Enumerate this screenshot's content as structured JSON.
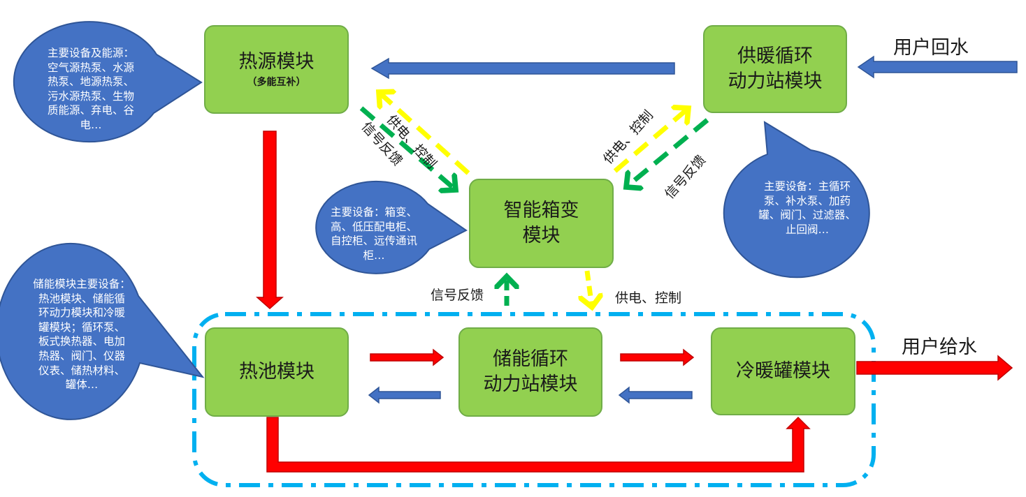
{
  "modules": {
    "heat_source": {
      "title": "热源模块",
      "subtitle": "（多能互补）"
    },
    "pump_station": {
      "line1": "供暖循环",
      "line2": "动力站模块"
    },
    "substation": {
      "line1": "智能箱变",
      "line2": "模块"
    },
    "heat_pool": {
      "title": "热池模块"
    },
    "storage_pump": {
      "line1": "储能循环",
      "line2": "动力站模块"
    },
    "tank": {
      "title": "冷暖罐模块"
    }
  },
  "bubbles": {
    "heat_source": [
      "主要设备及能源：",
      "空气源热泵、水源",
      "热泵、地源热泵、",
      "污水源热泵、生物",
      "质能源、弃电、谷",
      "电…"
    ],
    "substation": [
      "主要设备：箱变、",
      "高、低压配电柜、",
      "自控柜、远传通讯",
      "柜…"
    ],
    "pump_station": [
      "主要设备：主循环",
      "泵、补水泵、加药",
      "罐、阀门、过滤器、",
      "止回阀…"
    ],
    "storage": [
      "储能模块主要设备：",
      "热池模块、储能循",
      "环动力模块和冷暖",
      "罐模块；循环泵、",
      "板式换热器、电加",
      "热器、阀门、仪器",
      "仪表、储热材料、",
      "罐体…"
    ]
  },
  "labels": {
    "user_return": "用户回水",
    "user_supply": "用户给水",
    "power_control_left": "供电、控制",
    "signal_left": "信号反馈",
    "power_control_right": "供电、控制",
    "signal_right": "信号反馈",
    "signal_bottom": "信号反馈",
    "power_bottom": "供电、控制"
  },
  "colors": {
    "module_fill": "#92d050",
    "module_border": "#70ad47",
    "bubble_fill": "#4472c4",
    "blue_arrow": "#4472c4",
    "red_arrow": "#ff0000",
    "yellow_dash": "#ffff00",
    "green_dash": "#00b050",
    "dashdot_border": "#00b0f0"
  }
}
